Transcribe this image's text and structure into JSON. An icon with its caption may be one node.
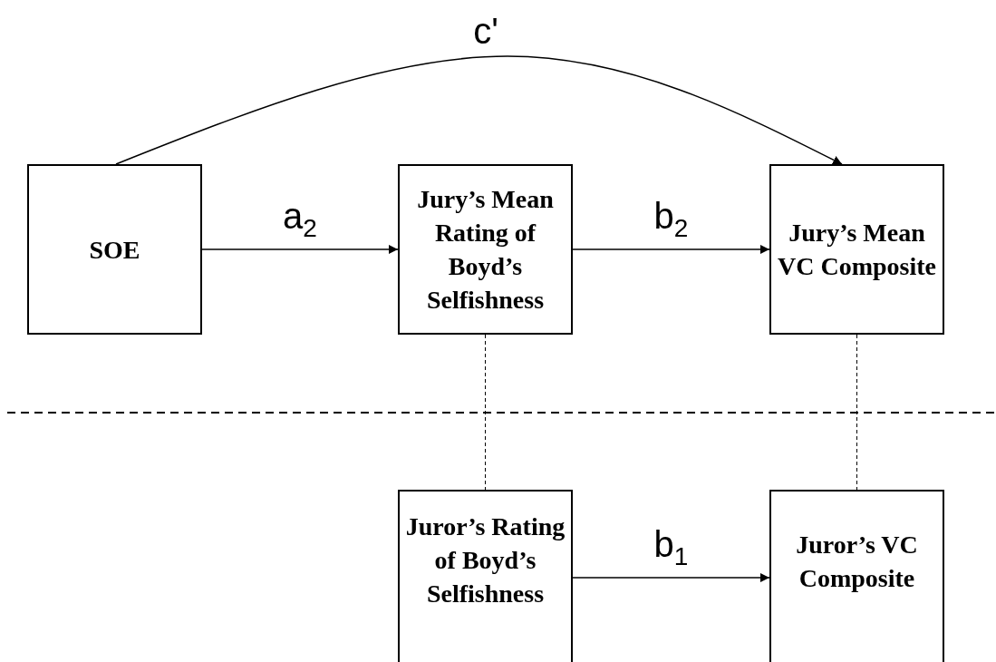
{
  "diagram": {
    "nodes": [
      {
        "text": [
          "SOE"
        ]
      },
      {
        "text": [
          "Jury’s Mean Rating of Boyd’s Selfishness"
        ]
      },
      {
        "text": [
          "Jury’s Mean VC Composite"
        ]
      },
      {
        "text": [
          "Juror’s Rating of Boyd’s Selfishness"
        ]
      },
      {
        "text": [
          "Juror’s VC Composite"
        ]
      }
    ],
    "edges": [
      {
        "from": 0,
        "to": 2,
        "arrow": "to",
        "label": "c'"
      },
      {
        "from": 0,
        "to": 1,
        "arrow": "to",
        "label": "a$_{2}$"
      },
      {
        "from": 1,
        "to": 2,
        "arrow": "to",
        "label": "b$_{2}$"
      },
      {
        "from": 1,
        "to": 3,
        "arrow": "none",
        "style": "dashed"
      },
      {
        "from": 2,
        "to": 4,
        "arrow": "none",
        "style": "dashed"
      },
      {
        "from": 3,
        "to": 4,
        "arrow": "to",
        "label": "b$_{1}$"
      }
    ]
  }
}
